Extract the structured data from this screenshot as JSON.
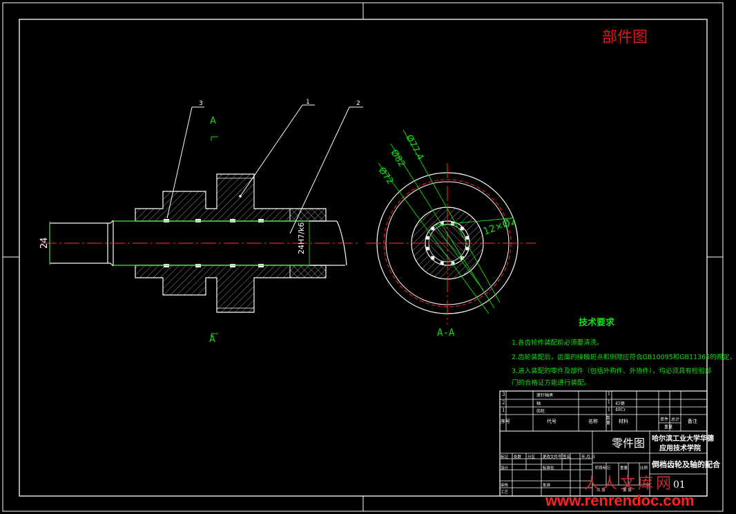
{
  "header": {
    "title": "部件图"
  },
  "labels": {
    "leader_1": "1",
    "leader_2": "2",
    "leader_3": "3",
    "section_a_top": "A",
    "section_a_bottom": "A",
    "section_view": "A-A",
    "dim_24": "24",
    "dim_shaft": "24H7/k6",
    "dim_d1": "Ø77.4",
    "dim_d2": "Ø82",
    "dim_d3": "Ø72",
    "dim_holes": "12×Ø2"
  },
  "tech_requirements": {
    "title": "技术要求",
    "lines": [
      "1.各齿轮件装配前必须要清洗。",
      "2.齿轮装配后，齿面的接触斑点和侧隙应符合GB10095和GB11365的规定。",
      "3.进入装配的零件及部件（包括外购件、外协件），均必须具有检验部",
      "门的合格证方能进行装配。"
    ]
  },
  "title_block": {
    "parts": [
      {
        "no": "3",
        "name": "滚针轴承",
        "qty": "1",
        "mat": ""
      },
      {
        "no": "2",
        "name": "轴",
        "qty": "1",
        "mat": "45钢"
      },
      {
        "no": "1",
        "name": "齿轮",
        "qty": "1",
        "mat": "40Cr"
      }
    ],
    "header": {
      "no": "序号",
      "code": "代号",
      "name": "名称",
      "qty": "数量",
      "mat": "材料",
      "unit_weight": "单件",
      "total_weight": "总计",
      "weight": "重量",
      "remark": "备注"
    },
    "drawing_type": "零件图",
    "school": "哈尔滨工业大学华德应用技术学院",
    "school_line1": "哈尔滨工业大学华德",
    "school_line2": "应用技术学院",
    "drawing_name": "倒档齿轮及轴的配合",
    "drawing_no": "01",
    "row_labels": {
      "mark": "标记",
      "count": "处数",
      "zone": "分区",
      "change_doc": "更改文件号",
      "sign": "签名",
      "date": "年.月.日",
      "design": "设计",
      "standard": "标准化",
      "review": "审核",
      "process": "工艺",
      "approve": "批准",
      "stage": "阶段标记",
      "weight": "重量",
      "scale": "比例",
      "sheets": "共  张",
      "sheet": "第  张"
    }
  },
  "watermark": {
    "cn": "人人文库网",
    "url": "www.renrendoc.com"
  }
}
